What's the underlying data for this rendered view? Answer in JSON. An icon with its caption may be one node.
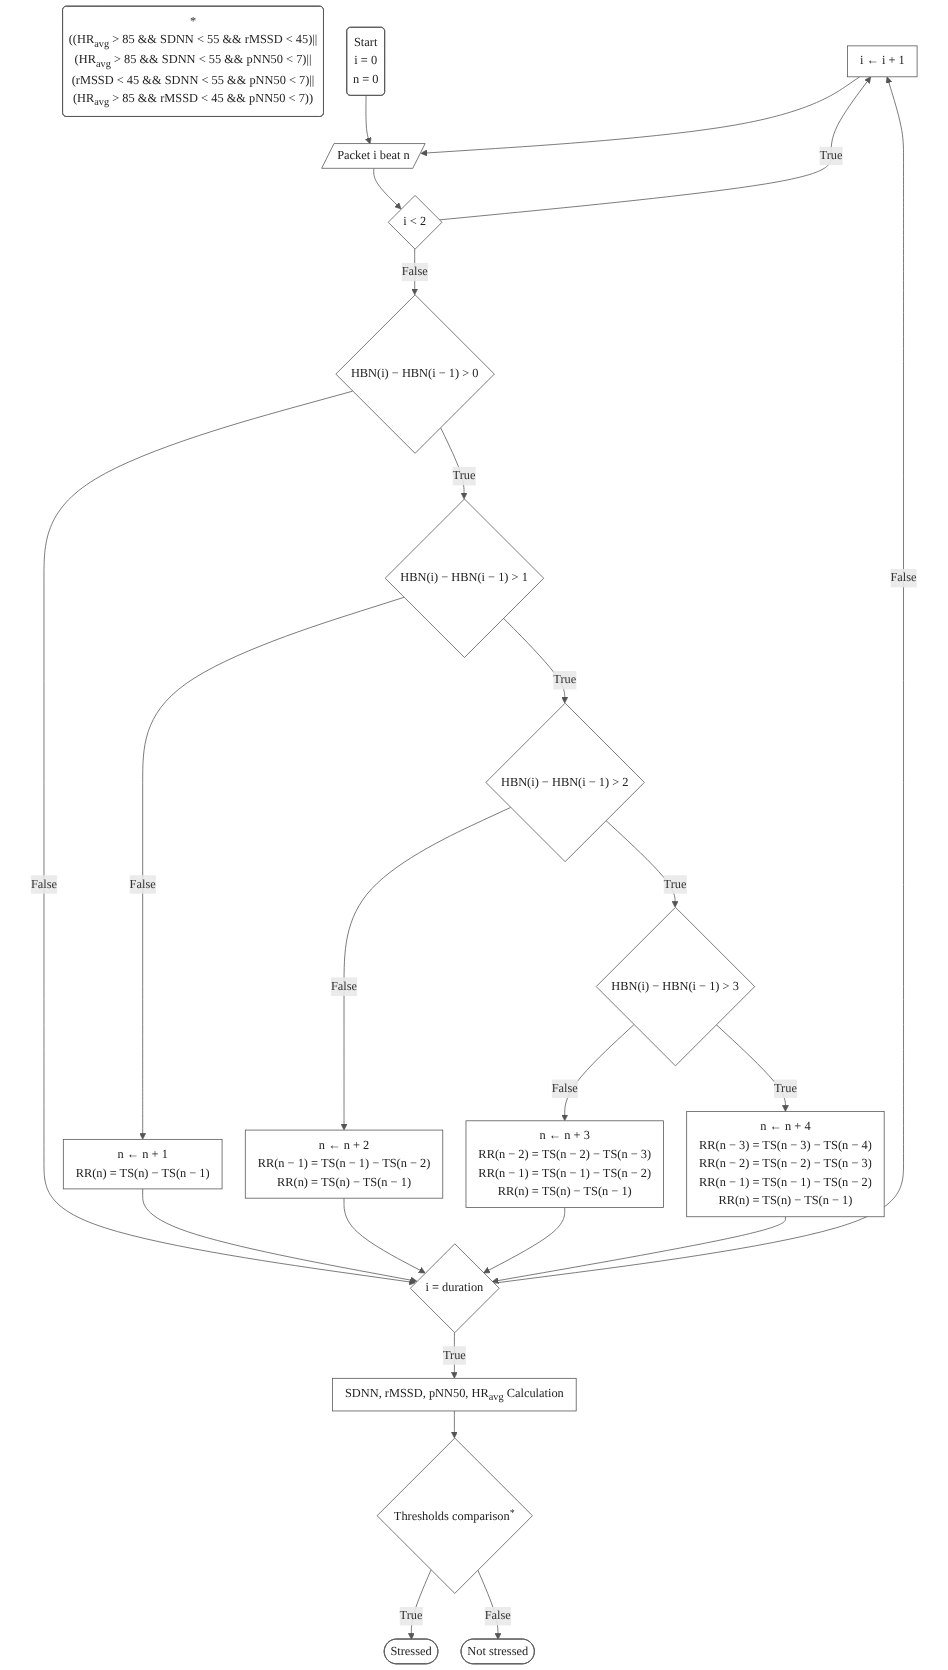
{
  "diagram": {
    "nodes": [
      {
        "text": [
          "Start",
          "i = 0",
          "n = 0"
        ]
      },
      {
        "text": [
          "Packet i beat n"
        ]
      },
      {
        "text": [
          "i ← i + 1"
        ]
      },
      {
        "text": [
          "i = duration"
        ]
      },
      {
        "text": [
          "i < 2"
        ]
      },
      {
        "text": [
          "HBN(i) − HBN(i − 1) > 0"
        ]
      },
      {
        "text": [
          "HBN(i) − HBN(i − 1) > 1"
        ]
      },
      {
        "text": [
          "n ← n + 1",
          "RR(n) = TS(n) − TS(n − 1)"
        ]
      },
      {
        "text": [
          "HBN(i) − HBN(i − 1) > 2"
        ]
      },
      {
        "text": [
          "n ← n + 2",
          "RR(n − 1) = TS(n − 1) − TS(n − 2)",
          "RR(n) = TS(n) − TS(n − 1)"
        ]
      },
      {
        "text": [
          "HBN(i) − HBN(i − 1) > 3"
        ]
      },
      {
        "text": [
          "n ← n + 3",
          "RR(n − 2) = TS(n − 2) − TS(n − 3)",
          "RR(n − 1) = TS(n − 1) − TS(n − 2)",
          "RR(n) = TS(n) − TS(n − 1)"
        ]
      },
      {
        "text": [
          "n ← n + 4",
          "RR(n − 3) = TS(n − 3) − TS(n − 4)",
          "RR(n − 2) = TS(n − 2) − TS(n − 3)",
          "RR(n − 1) = TS(n − 1) − TS(n − 2)",
          "RR(n) = TS(n) − TS(n − 1)"
        ]
      },
      {
        "text": [
          "SDNN, rMSSD, pNN50, HR$_{avg}$ Calculation"
        ]
      },
      {
        "text": [
          "Thresholds comparison$^{*}$"
        ]
      },
      {
        "text": [
          "Stressed"
        ]
      },
      {
        "text": [
          "Not stressed"
        ]
      },
      {
        "text": [
          "*",
          "((HR$_{avg}$ > 85 && SDNN < 55 && rMSSD < 45)||",
          "(HR$_{avg}$ > 85 && SDNN < 55 && pNN50 < 7)||",
          "(rMSSD < 45 && SDNN < 55 && pNN50 < 7)||",
          "(HR$_{avg}$ > 85 && rMSSD < 45 && pNN50 < 7))"
        ]
      }
    ],
    "edges": [
      {
        "from": 0,
        "to": 1,
        "arrow": "to"
      },
      {
        "from": 1,
        "to": 4,
        "arrow": "to"
      },
      {
        "from": 4,
        "to": 2,
        "arrow": "to",
        "label": "True"
      },
      {
        "from": 2,
        "to": 1,
        "arrow": "to"
      },
      {
        "from": 3,
        "to": 2,
        "arrow": "to",
        "label": "False"
      },
      {
        "from": 4,
        "to": 5,
        "arrow": "to",
        "label": "False"
      },
      {
        "from": 5,
        "to": 6,
        "arrow": "to",
        "label": "True"
      },
      {
        "from": 5,
        "to": 3,
        "arrow": "to",
        "label": "False"
      },
      {
        "from": 6,
        "to": 7,
        "arrow": "to",
        "label": "False"
      },
      {
        "from": 6,
        "to": 8,
        "arrow": "to",
        "label": "True"
      },
      {
        "from": 7,
        "to": 3,
        "arrow": "to"
      },
      {
        "from": 8,
        "to": 9,
        "arrow": "to",
        "label": "False"
      },
      {
        "from": 8,
        "to": 10,
        "arrow": "to",
        "label": "True"
      },
      {
        "from": 9,
        "to": 3,
        "arrow": "to"
      },
      {
        "from": 10,
        "to": 11,
        "arrow": "to",
        "label": "False"
      },
      {
        "from": 10,
        "to": 12,
        "arrow": "to",
        "label": "True"
      },
      {
        "from": 11,
        "to": 3,
        "arrow": "to"
      },
      {
        "from": 12,
        "to": 3,
        "arrow": "to"
      },
      {
        "from": 3,
        "to": 13,
        "arrow": "to",
        "label": "True"
      },
      {
        "from": 13,
        "to": 14,
        "arrow": "to"
      },
      {
        "from": 14,
        "to": 15,
        "arrow": "to",
        "label": "True"
      },
      {
        "from": 14,
        "to": 16,
        "arrow": "to",
        "label": "False"
      }
    ]
  }
}
